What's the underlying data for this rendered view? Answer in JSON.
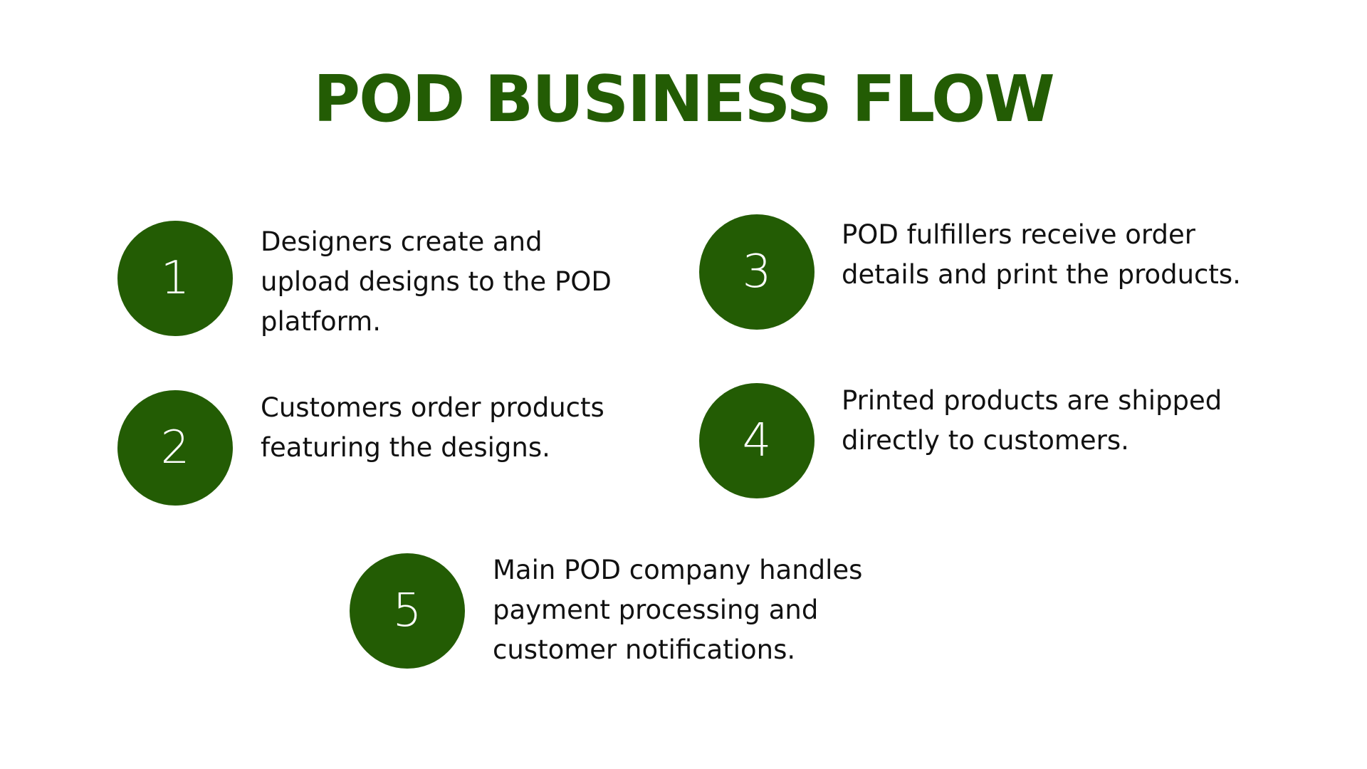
{
  "title": "POD BUSINESS FLOW",
  "accent_color": "#235c04",
  "steps": [
    {
      "number": "1",
      "lines": [
        "Designers create and",
        "upload designs to the POD",
        "platform."
      ]
    },
    {
      "number": "2",
      "lines": [
        "Customers order products",
        "featuring the designs."
      ]
    },
    {
      "number": "3",
      "lines": [
        "POD fulfillers receive order",
        "details and print the products."
      ]
    },
    {
      "number": "4",
      "lines": [
        "Printed products are shipped",
        "directly to customers."
      ]
    },
    {
      "number": "5",
      "lines": [
        "Main POD company handles",
        "payment processing and",
        "customer notifications."
      ]
    }
  ]
}
